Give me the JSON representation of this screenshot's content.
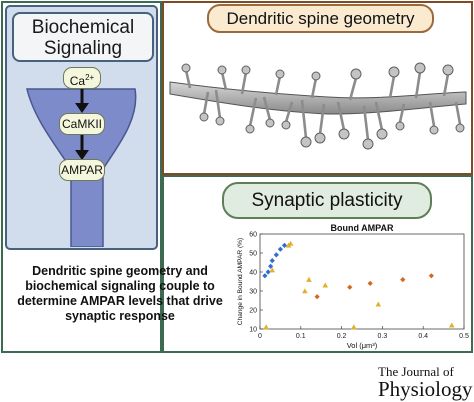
{
  "biochem": {
    "title_line1": "Biochemical",
    "title_line2": "Signaling",
    "ca_label": "Ca",
    "ca_superscript": "2+",
    "camkii_label": "CaMKII",
    "ampar_label": "AMPAR",
    "panel_color": "#d1dcec",
    "spine_color": "#7d8bcb"
  },
  "geometry": {
    "title": "Dendritic spine geometry"
  },
  "plasticity": {
    "title": "Synaptic plasticity"
  },
  "caption": {
    "text": "Dendritic spine geometry and biochemical signaling couple to determine AMPAR levels that drive synaptic response"
  },
  "journal": {
    "line1": "The Journal of",
    "line2": "Physiology"
  },
  "chart_data": {
    "type": "scatter",
    "title": "Bound AMPAR",
    "xlabel": "Vol (μm³)",
    "ylabel": "Change in Bound AMPAR (%)",
    "xlim": [
      0,
      0.5
    ],
    "ylim": [
      10,
      60
    ],
    "xticks": [
      "0",
      "0.1",
      "0.2",
      "0.3",
      "0.4",
      "0.5"
    ],
    "yticks": [
      "10",
      "20",
      "30",
      "40",
      "50",
      "60"
    ],
    "grid": false,
    "series": [
      {
        "color": "#2f6fd0",
        "marker": "diamond",
        "x": [
          0.012,
          0.02,
          0.026,
          0.03,
          0.04,
          0.05,
          0.06
        ],
        "y": [
          38,
          40,
          43,
          46,
          49,
          52,
          54
        ]
      },
      {
        "color": "#e2b030",
        "marker": "triangle",
        "x": [
          0.015,
          0.03,
          0.07,
          0.075,
          0.11,
          0.12,
          0.16,
          0.23,
          0.29,
          0.47
        ],
        "y": [
          11,
          41,
          54,
          55,
          30,
          36,
          33,
          11,
          23,
          12
        ]
      },
      {
        "color": "#d2691e",
        "marker": "diamond",
        "x": [
          0.14,
          0.22,
          0.27,
          0.35,
          0.42
        ],
        "y": [
          27,
          32,
          34,
          36,
          38
        ]
      }
    ]
  }
}
